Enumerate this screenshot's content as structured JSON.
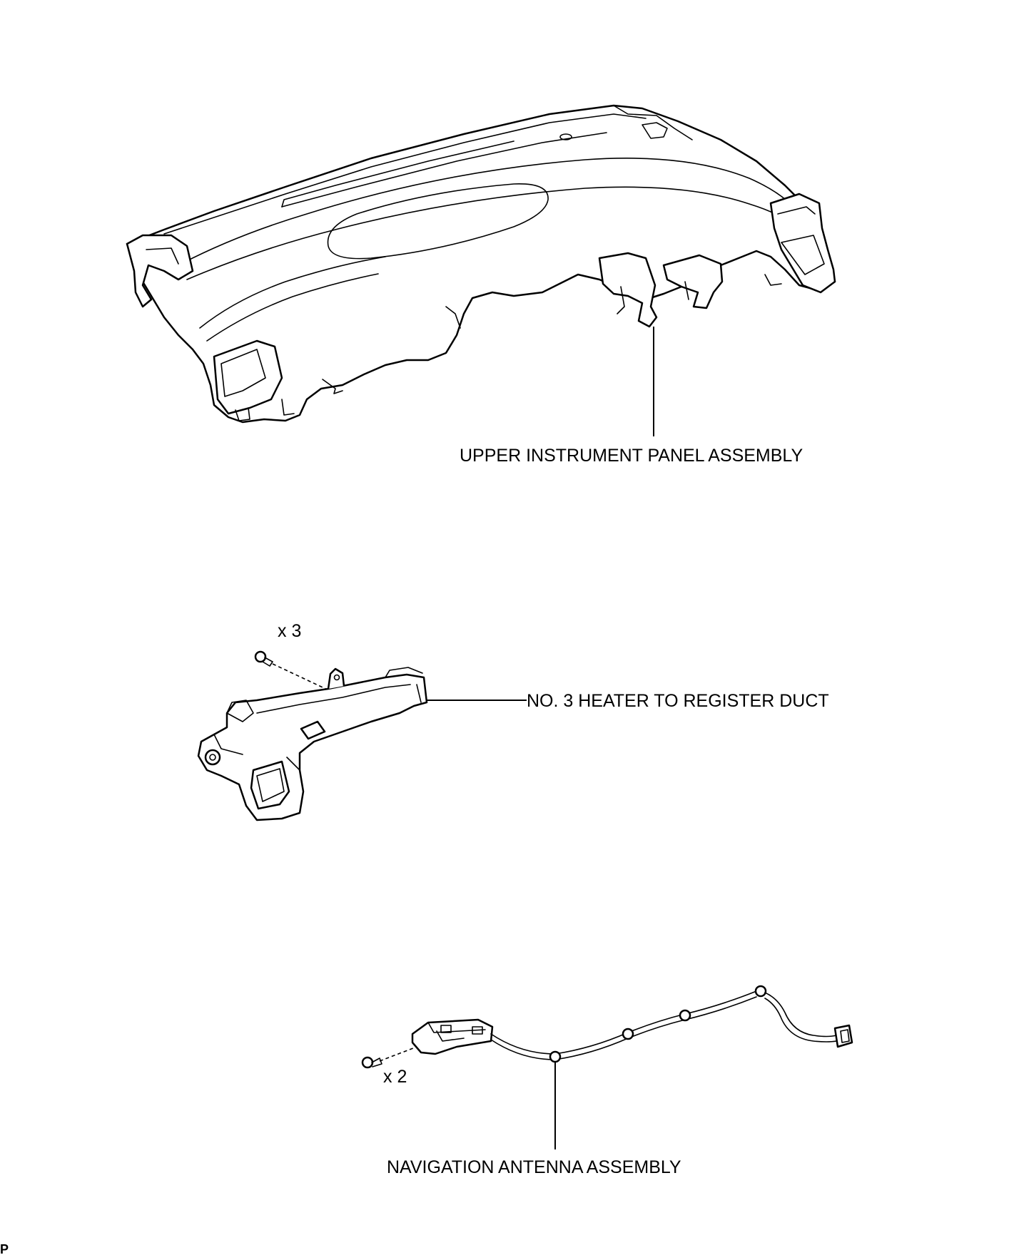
{
  "parts": {
    "upper_panel": {
      "label": "UPPER INSTRUMENT PANEL ASSEMBLY"
    },
    "heater_duct": {
      "label": "NO. 3 HEATER TO REGISTER DUCT",
      "fastener_qty": "x 3"
    },
    "nav_antenna": {
      "label": "NAVIGATION ANTENNA ASSEMBLY",
      "fastener_qty": "x 2"
    }
  },
  "figure_code": "P"
}
